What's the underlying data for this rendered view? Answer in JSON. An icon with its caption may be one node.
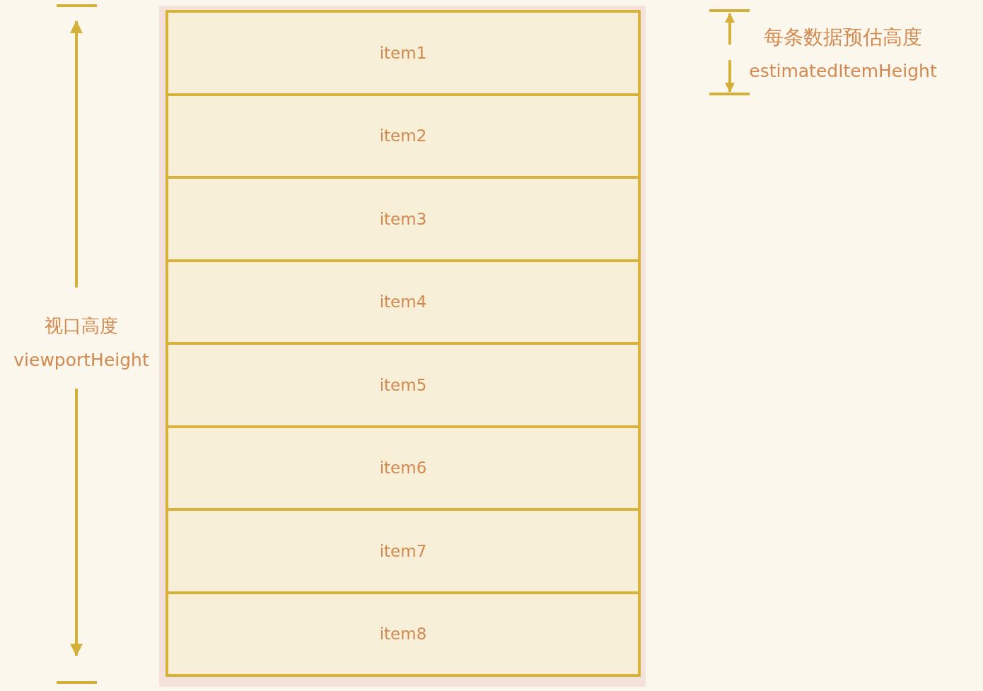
{
  "diagram": {
    "nodes": [
      {
        "text": [],
        "shape": "box"
      },
      {
        "text": [
          "item1"
        ],
        "in": 0
      },
      {
        "text": [
          "item2"
        ],
        "in": 0
      },
      {
        "text": [
          "item3"
        ],
        "in": 0
      },
      {
        "text": [
          "item4"
        ],
        "in": 0
      },
      {
        "text": [
          "item5"
        ],
        "in": 0
      },
      {
        "text": [
          "item6"
        ],
        "in": 0
      },
      {
        "text": [
          "item7"
        ],
        "in": 0
      },
      {
        "text": [
          "item8"
        ],
        "in": 0
      }
    ],
    "labels": [
      "每条数据预估高度",
      "estimatedItemHeight",
      "视口高度",
      "viewportHeight"
    ]
  }
}
